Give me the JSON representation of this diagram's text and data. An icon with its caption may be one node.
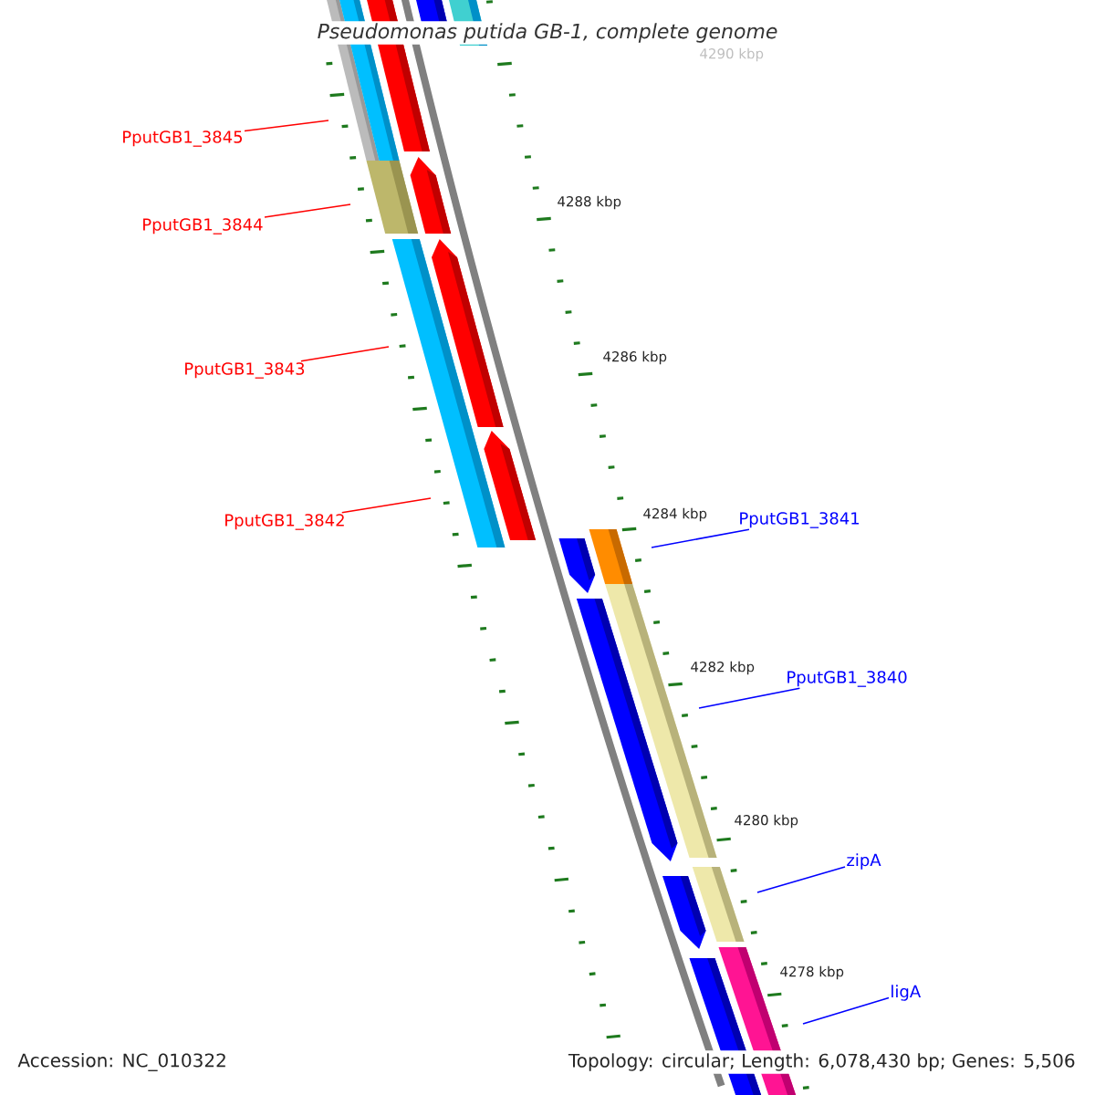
{
  "diagram": {
    "title": "Pseudomonas putida GB-1, complete genome",
    "nodes": [
      {
        "text": [
          "PputGB1_3845"
        ]
      },
      {
        "text": [
          "PputGB1_3844"
        ]
      },
      {
        "text": [
          "PputGB1_3843"
        ]
      },
      {
        "text": [
          "PputGB1_3842"
        ]
      },
      {
        "text": [
          "PputGB1_3841"
        ]
      },
      {
        "text": [
          "PputGB1_3840"
        ]
      },
      {
        "text": [
          "zipA"
        ]
      },
      {
        "text": [
          "ligA"
        ]
      }
    ],
    "edges": [
      {
        "from": 0,
        "to": null,
        "arrow": "none",
        "color": "#ff0000"
      },
      {
        "from": 1,
        "to": null,
        "arrow": "none",
        "color": "#ff0000"
      },
      {
        "from": 2,
        "to": null,
        "arrow": "none",
        "color": "#ff0000"
      },
      {
        "from": 3,
        "to": null,
        "arrow": "none",
        "color": "#ff0000"
      },
      {
        "from": 4,
        "to": null,
        "arrow": "none",
        "color": "#0000ff"
      },
      {
        "from": 5,
        "to": null,
        "arrow": "none",
        "color": "#0000ff"
      },
      {
        "from": 6,
        "to": null,
        "arrow": "none",
        "color": "#0000ff"
      },
      {
        "from": 7,
        "to": null,
        "arrow": "none",
        "color": "#0000ff"
      }
    ],
    "labels": [
      "4290 kbp",
      "4288 kbp",
      "4286 kbp",
      "4284 kbp",
      "4282 kbp",
      "4280 kbp",
      "4278 kbp",
      "Accession: NC_010322",
      "Topology: circular; Length: 6,078,430 bp; Genes: 5,506"
    ]
  }
}
